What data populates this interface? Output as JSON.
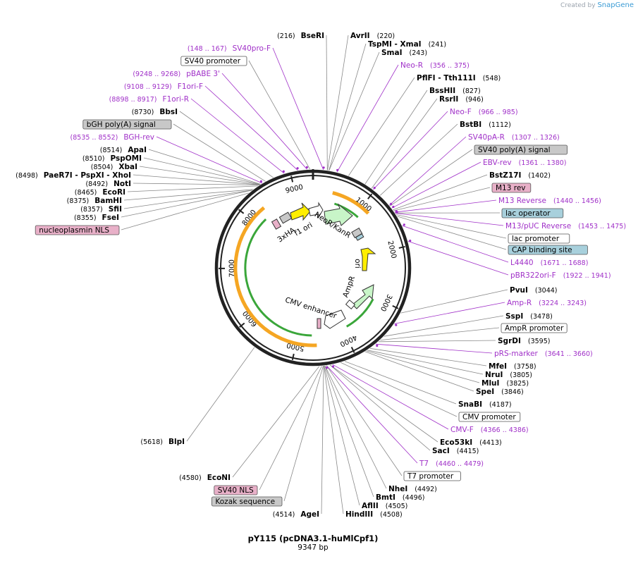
{
  "credit": {
    "prefix": "Created by",
    "brand": "SnapGene"
  },
  "plasmid": {
    "name": "pY115 (pcDNA3.1-huMlCpf1)",
    "length_label": "9347 bp",
    "length": 9347
  },
  "colors": {
    "primer": "#a030c8",
    "enzyme": "#000000",
    "backbone": "#222222",
    "orange": "#f5a623",
    "green": "#3aa63a",
    "pale_green": "#c8f5c8",
    "yellow": "#ffee00",
    "gray_box": "#c8c8c8",
    "pink_box": "#e8b0c8",
    "teal_box": "#a8d0dc"
  },
  "ticks": [
    {
      "label": "1000",
      "pos": 1000
    },
    {
      "label": "2000",
      "pos": 2000
    },
    {
      "label": "3000",
      "pos": 3000
    },
    {
      "label": "4000",
      "pos": 4000
    },
    {
      "label": "5000",
      "pos": 5000
    },
    {
      "label": "6000",
      "pos": 6000
    },
    {
      "label": "7000",
      "pos": 7000
    },
    {
      "label": "8000",
      "pos": 8000
    },
    {
      "label": "9000",
      "pos": 9000
    }
  ],
  "inner_labels": [
    {
      "text": "NeoR/KanR",
      "rot": 33
    },
    {
      "text": "ori",
      "rot": 90
    },
    {
      "text": "AmpR",
      "rot": -70
    },
    {
      "text": "CMV enhancer",
      "rot": 18
    },
    {
      "text": "f1 ori",
      "rot": -30
    },
    {
      "text": "3xHA",
      "rot": -35
    }
  ],
  "labels": [
    {
      "kind": "enzyme",
      "name": "BseRI",
      "pos": "(216)",
      "side": "left",
      "site": 216
    },
    {
      "kind": "enzyme",
      "name": "AvrII",
      "pos": "(220)",
      "side": "right",
      "site": 220
    },
    {
      "kind": "enzyme",
      "name": "TspMI - XmaI",
      "pos": "(241)",
      "side": "right",
      "site": 241
    },
    {
      "kind": "enzyme",
      "name": "SmaI",
      "pos": "(243)",
      "side": "right",
      "site": 243
    },
    {
      "kind": "primer",
      "name": "Neo-R",
      "pos": "(356 .. 375)",
      "side": "right",
      "site": 365
    },
    {
      "kind": "enzyme",
      "name": "PflFI - Tth111I",
      "pos": "(548)",
      "side": "right",
      "site": 548
    },
    {
      "kind": "enzyme",
      "name": "BssHII",
      "pos": "(827)",
      "side": "right",
      "site": 827
    },
    {
      "kind": "enzyme",
      "name": "RsrII",
      "pos": "(946)",
      "side": "right",
      "site": 946
    },
    {
      "kind": "primer",
      "name": "Neo-F",
      "pos": "(966 .. 985)",
      "side": "right",
      "site": 975
    },
    {
      "kind": "enzyme",
      "name": "BstBI",
      "pos": "(1112)",
      "side": "right",
      "site": 1112
    },
    {
      "kind": "primer",
      "name": "SV40pA-R",
      "pos": "(1307 .. 1326)",
      "side": "right",
      "site": 1316
    },
    {
      "kind": "feature",
      "name": "SV40 poly(A) signal",
      "pos": "",
      "side": "right",
      "site": 1330,
      "box": "gray_box"
    },
    {
      "kind": "primer",
      "name": "EBV-rev",
      "pos": "(1361 .. 1380)",
      "side": "right",
      "site": 1370
    },
    {
      "kind": "enzyme",
      "name": "BstZ17I",
      "pos": "(1402)",
      "side": "right",
      "site": 1402
    },
    {
      "kind": "feature",
      "name": "M13 rev",
      "pos": "",
      "side": "right",
      "site": 1420,
      "box": "pink_box"
    },
    {
      "kind": "primer",
      "name": "M13 Reverse",
      "pos": "(1440 .. 1456)",
      "side": "right",
      "site": 1448
    },
    {
      "kind": "feature",
      "name": "lac operator",
      "pos": "",
      "side": "right",
      "site": 1460,
      "box": "teal_box"
    },
    {
      "kind": "primer",
      "name": "M13/pUC Reverse",
      "pos": "(1453 .. 1475)",
      "side": "right",
      "site": 1464
    },
    {
      "kind": "feature",
      "name": "lac promoter",
      "pos": "",
      "side": "right",
      "site": 1490,
      "box": "white"
    },
    {
      "kind": "feature",
      "name": "CAP binding site",
      "pos": "",
      "side": "right",
      "site": 1520,
      "box": "teal_box"
    },
    {
      "kind": "primer",
      "name": "L4440",
      "pos": "(1671 .. 1688)",
      "side": "right",
      "site": 1680
    },
    {
      "kind": "primer",
      "name": "pBR322ori-F",
      "pos": "(1922 .. 1941)",
      "side": "right",
      "site": 1932
    },
    {
      "kind": "enzyme",
      "name": "PvuI",
      "pos": "(3044)",
      "side": "right",
      "site": 3044
    },
    {
      "kind": "primer",
      "name": "Amp-R",
      "pos": "(3224 .. 3243)",
      "side": "right",
      "site": 3234
    },
    {
      "kind": "enzyme",
      "name": "SspI",
      "pos": "(3478)",
      "side": "right",
      "site": 3478
    },
    {
      "kind": "feature",
      "name": "AmpR promoter",
      "pos": "",
      "side": "right",
      "site": 3560,
      "box": "white"
    },
    {
      "kind": "enzyme",
      "name": "SgrDI",
      "pos": "(3595)",
      "side": "right",
      "site": 3595
    },
    {
      "kind": "primer",
      "name": "pRS-marker",
      "pos": "(3641 .. 3660)",
      "side": "right",
      "site": 3650
    },
    {
      "kind": "enzyme",
      "name": "MfeI",
      "pos": "(3758)",
      "side": "right",
      "site": 3758
    },
    {
      "kind": "enzyme",
      "name": "NruI",
      "pos": "(3805)",
      "side": "right",
      "site": 3805
    },
    {
      "kind": "enzyme",
      "name": "MluI",
      "pos": "(3825)",
      "side": "right",
      "site": 3825
    },
    {
      "kind": "enzyme",
      "name": "SpeI",
      "pos": "(3846)",
      "side": "right",
      "site": 3846
    },
    {
      "kind": "enzyme",
      "name": "SnaBI",
      "pos": "(4187)",
      "side": "right",
      "site": 4187
    },
    {
      "kind": "feature",
      "name": "CMV promoter",
      "pos": "",
      "side": "right",
      "site": 4250,
      "box": "white"
    },
    {
      "kind": "primer",
      "name": "CMV-F",
      "pos": "(4366 .. 4386)",
      "side": "right",
      "site": 4376
    },
    {
      "kind": "enzyme",
      "name": "Eco53kI",
      "pos": "(4413)",
      "side": "right",
      "site": 4413
    },
    {
      "kind": "enzyme",
      "name": "SacI",
      "pos": "(4415)",
      "side": "right",
      "site": 4415
    },
    {
      "kind": "primer",
      "name": "T7",
      "pos": "(4460 .. 4479)",
      "side": "right",
      "site": 4470
    },
    {
      "kind": "feature",
      "name": "T7 promoter",
      "pos": "",
      "side": "right",
      "site": 4470,
      "box": "white"
    },
    {
      "kind": "enzyme",
      "name": "NheI",
      "pos": "(4492)",
      "side": "right",
      "site": 4492
    },
    {
      "kind": "enzyme",
      "name": "BmtI",
      "pos": "(4496)",
      "side": "right",
      "site": 4496
    },
    {
      "kind": "enzyme",
      "name": "AflII",
      "pos": "(4505)",
      "side": "right",
      "site": 4505
    },
    {
      "kind": "enzyme",
      "name": "HindIII",
      "pos": "(4508)",
      "side": "right",
      "site": 4508
    },
    {
      "kind": "enzyme",
      "name": "AgeI",
      "pos": "(4514)",
      "side": "left",
      "site": 4514
    },
    {
      "kind": "feature",
      "name": "Kozak sequence",
      "pos": "",
      "side": "left",
      "site": 4520,
      "box": "gray_box"
    },
    {
      "kind": "feature",
      "name": "SV40 NLS",
      "pos": "",
      "side": "left",
      "site": 4540,
      "box": "pink_box"
    },
    {
      "kind": "enzyme",
      "name": "EcoNI",
      "pos": "(4580)",
      "side": "left",
      "site": 4580
    },
    {
      "kind": "enzyme",
      "name": "BlpI",
      "pos": "(5618)",
      "side": "left",
      "site": 5618
    },
    {
      "kind": "feature",
      "name": "nucleoplasmin NLS",
      "pos": "",
      "side": "left",
      "site": 8290,
      "box": "pink_box"
    },
    {
      "kind": "enzyme",
      "name": "FseI",
      "pos": "(8355)",
      "side": "left",
      "site": 8355
    },
    {
      "kind": "enzyme",
      "name": "SfiI",
      "pos": "(8357)",
      "side": "left",
      "site": 8357
    },
    {
      "kind": "enzyme",
      "name": "BamHI",
      "pos": "(8375)",
      "side": "left",
      "site": 8375
    },
    {
      "kind": "enzyme",
      "name": "EcoRI",
      "pos": "(8465)",
      "side": "left",
      "site": 8465
    },
    {
      "kind": "enzyme",
      "name": "NotI",
      "pos": "(8492)",
      "side": "left",
      "site": 8492
    },
    {
      "kind": "enzyme",
      "name": "PaeR7I - PspXI - XhoI",
      "pos": "(8498)",
      "side": "left",
      "site": 8498
    },
    {
      "kind": "enzyme",
      "name": "XbaI",
      "pos": "(8504)",
      "side": "left",
      "site": 8504
    },
    {
      "kind": "enzyme",
      "name": "PspOMI",
      "pos": "(8510)",
      "side": "left",
      "site": 8510
    },
    {
      "kind": "enzyme",
      "name": "ApaI",
      "pos": "(8514)",
      "side": "left",
      "site": 8514
    },
    {
      "kind": "primer",
      "name": "BGH-rev",
      "pos": "(8535 .. 8552)",
      "side": "left",
      "site": 8543
    },
    {
      "kind": "feature",
      "name": "bGH poly(A) signal",
      "pos": "",
      "side": "left",
      "site": 8600,
      "box": "gray_box"
    },
    {
      "kind": "enzyme",
      "name": "BbsI",
      "pos": "(8730)",
      "side": "left",
      "site": 8730
    },
    {
      "kind": "primer",
      "name": "F1ori-R",
      "pos": "(8898 .. 8917)",
      "side": "left",
      "site": 8907
    },
    {
      "kind": "primer",
      "name": "F1ori-F",
      "pos": "(9108 .. 9129)",
      "side": "left",
      "site": 9118
    },
    {
      "kind": "primer",
      "name": "pBABE 3'",
      "pos": "(9248 .. 9268)",
      "side": "left",
      "site": 9258
    },
    {
      "kind": "feature",
      "name": "SV40 promoter",
      "pos": "",
      "side": "left",
      "site": 9300,
      "box": "white"
    },
    {
      "kind": "primer",
      "name": "SV40pro-F",
      "pos": "(148 .. 167)",
      "side": "left",
      "site": 157
    }
  ]
}
